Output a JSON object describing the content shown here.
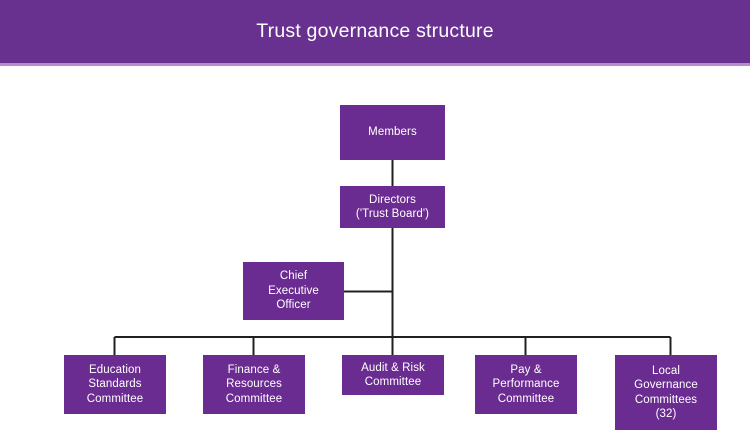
{
  "header": {
    "title": "Trust governance structure",
    "background_color": "#68318F",
    "text_color": "#ffffff",
    "underline_color": "#b58ccd"
  },
  "theme": {
    "node_fill": "#6B2C91",
    "node_text": "#ffffff",
    "connector_color": "#231f20",
    "page_background": "#ffffff"
  },
  "chart_data": {
    "type": "diagram",
    "diagram_type": "organisational-hierarchy",
    "title": "Trust governance structure",
    "levels": [
      {
        "level": 1,
        "nodes": [
          "members"
        ]
      },
      {
        "level": 2,
        "nodes": [
          "directors"
        ]
      },
      {
        "level": 3,
        "nodes": [
          "chief-executive-officer"
        ]
      },
      {
        "level": 4,
        "nodes": [
          "education-standards-committee",
          "finance-resources-committee",
          "audit-risk-committee",
          "pay-performance-committee",
          "local-governance-committees"
        ]
      }
    ],
    "edges": [
      {
        "from": "members",
        "to": "directors"
      },
      {
        "from": "directors",
        "to": "chief-executive-officer"
      },
      {
        "from": "directors",
        "to": "education-standards-committee"
      },
      {
        "from": "directors",
        "to": "finance-resources-committee"
      },
      {
        "from": "directors",
        "to": "audit-risk-committee"
      },
      {
        "from": "directors",
        "to": "pay-performance-committee"
      },
      {
        "from": "directors",
        "to": "local-governance-committees"
      }
    ]
  },
  "nodes": {
    "members": {
      "id": "members",
      "lines": [
        "Members"
      ]
    },
    "directors": {
      "id": "directors",
      "lines": [
        "Directors",
        "('Trust Board')"
      ]
    },
    "ceo": {
      "id": "chief-executive-officer",
      "lines": [
        "Chief",
        "Executive",
        "Officer"
      ]
    },
    "education": {
      "id": "education-standards-committee",
      "lines": [
        "Education",
        "Standards",
        "Committee"
      ]
    },
    "finance": {
      "id": "finance-resources-committee",
      "lines": [
        "Finance &",
        "Resources",
        "Committee"
      ]
    },
    "audit": {
      "id": "audit-risk-committee",
      "lines": [
        "Audit & Risk",
        "Committee"
      ]
    },
    "pay": {
      "id": "pay-performance-committee",
      "lines": [
        "Pay &",
        "Performance",
        "Committee"
      ]
    },
    "local": {
      "id": "local-governance-committees",
      "lines": [
        "Local",
        "Governance",
        "Committees",
        "(32)"
      ]
    }
  }
}
